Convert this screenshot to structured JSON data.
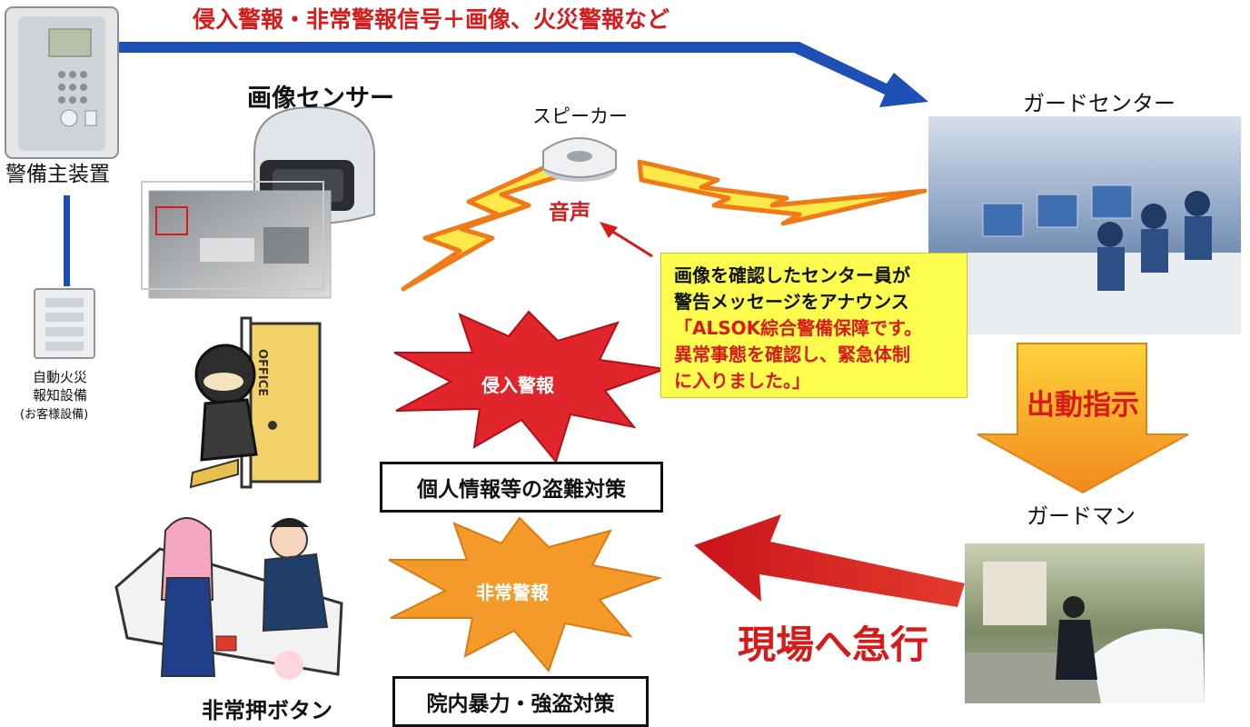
{
  "top_banner": "侵入警報・非常警報信号＋画像、火災警報など",
  "devices": {
    "main_unit": "警備主装置",
    "fire_line1": "自動火災",
    "fire_line2": "報知設備",
    "fire_line3": "(お客様設備)",
    "image_sensor": "画像センサー",
    "speaker": "スピーカー",
    "voice": "音声",
    "guard_center": "ガードセンター",
    "guardman": "ガードマン",
    "panic_button": "非常押ボタン",
    "office_sign": "OFFICE"
  },
  "callout": {
    "line1": "画像を確認したセンター員が",
    "line2": "警告メッセージをアナウンス",
    "line3": "「ALSOK綜合警備保障です。",
    "line4": "異常事態を確認し、緊急体制",
    "line5": "に入りました。」"
  },
  "alarms": {
    "intrusion": "侵入警報",
    "emergency": "非常警報"
  },
  "measures": {
    "personal_info": "個人情報等の盗難対策",
    "violence": "院内暴力・強盗対策"
  },
  "actions": {
    "dispatch": "出動指示",
    "rush": "現場へ急行"
  },
  "colors": {
    "blue_arrow": "#1e4fb4",
    "red": "#d81a1a",
    "yellow_callout": "#fbfc4e",
    "orange": "#f39a2a"
  }
}
